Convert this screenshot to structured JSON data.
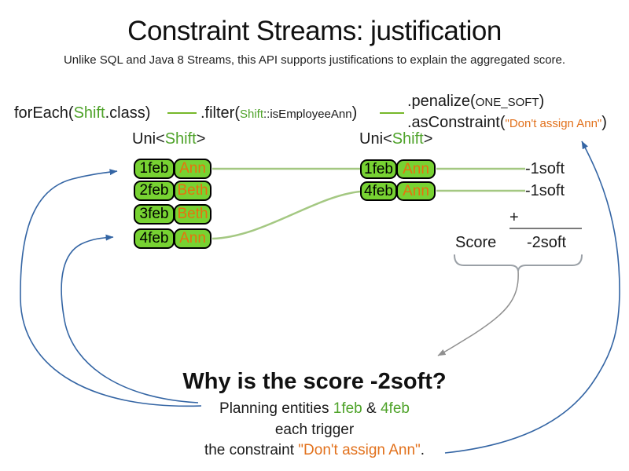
{
  "slide": {
    "title": "Constraint Streams: justification",
    "subtitle": "Unlike SQL and Java 8 Streams, this API supports justifications to explain the aggregated score."
  },
  "code": {
    "foreach_pre": "forEach(",
    "foreach_class": "Shift",
    "foreach_post": ".class)",
    "filter_pre": ".filter(",
    "filter_class": "Shift",
    "filter_method": "::isEmployeeAnn",
    "filter_post": ")",
    "penalize_pre": ".penalize(",
    "penalize_arg": "ONE_SOFT",
    "penalize_post": ")",
    "asconstraint_pre": ".asConstraint(",
    "asconstraint_arg": "\"Don't assign Ann\"",
    "asconstraint_post": ")"
  },
  "types": {
    "uni_pre": "Uni<",
    "uni_type": "Shift",
    "uni_post": ">"
  },
  "left_table": {
    "rows": [
      {
        "date": "1feb",
        "name": "Ann"
      },
      {
        "date": "2feb",
        "name": "Beth"
      },
      {
        "date": "3feb",
        "name": "Beth"
      },
      {
        "date": "4feb",
        "name": "Ann"
      }
    ]
  },
  "right_table": {
    "rows": [
      {
        "date": "1feb",
        "name": "Ann"
      },
      {
        "date": "4feb",
        "name": "Ann"
      }
    ]
  },
  "scores": {
    "match_1": "-1soft",
    "match_2": "-1soft",
    "plus": "+",
    "label": "Score",
    "total": "-2soft"
  },
  "explanation": {
    "heading": "Why is the score -2soft?",
    "line1_pre": "Planning entities ",
    "line1_entity1": "1feb",
    "line1_mid": " & ",
    "line1_entity2": "4feb",
    "line2": "each trigger",
    "line3_pre": "the constraint ",
    "line3_constraint": "\"Don't assign Ann\"",
    "line3_post": "."
  },
  "colors": {
    "entity_green": "#77d232",
    "green_text": "#4fa32a",
    "orange_text": "#e2711c",
    "connector_green": "#a4c882",
    "arrow_blue": "#3465a4",
    "arrow_gray": "#8f8f8f"
  }
}
